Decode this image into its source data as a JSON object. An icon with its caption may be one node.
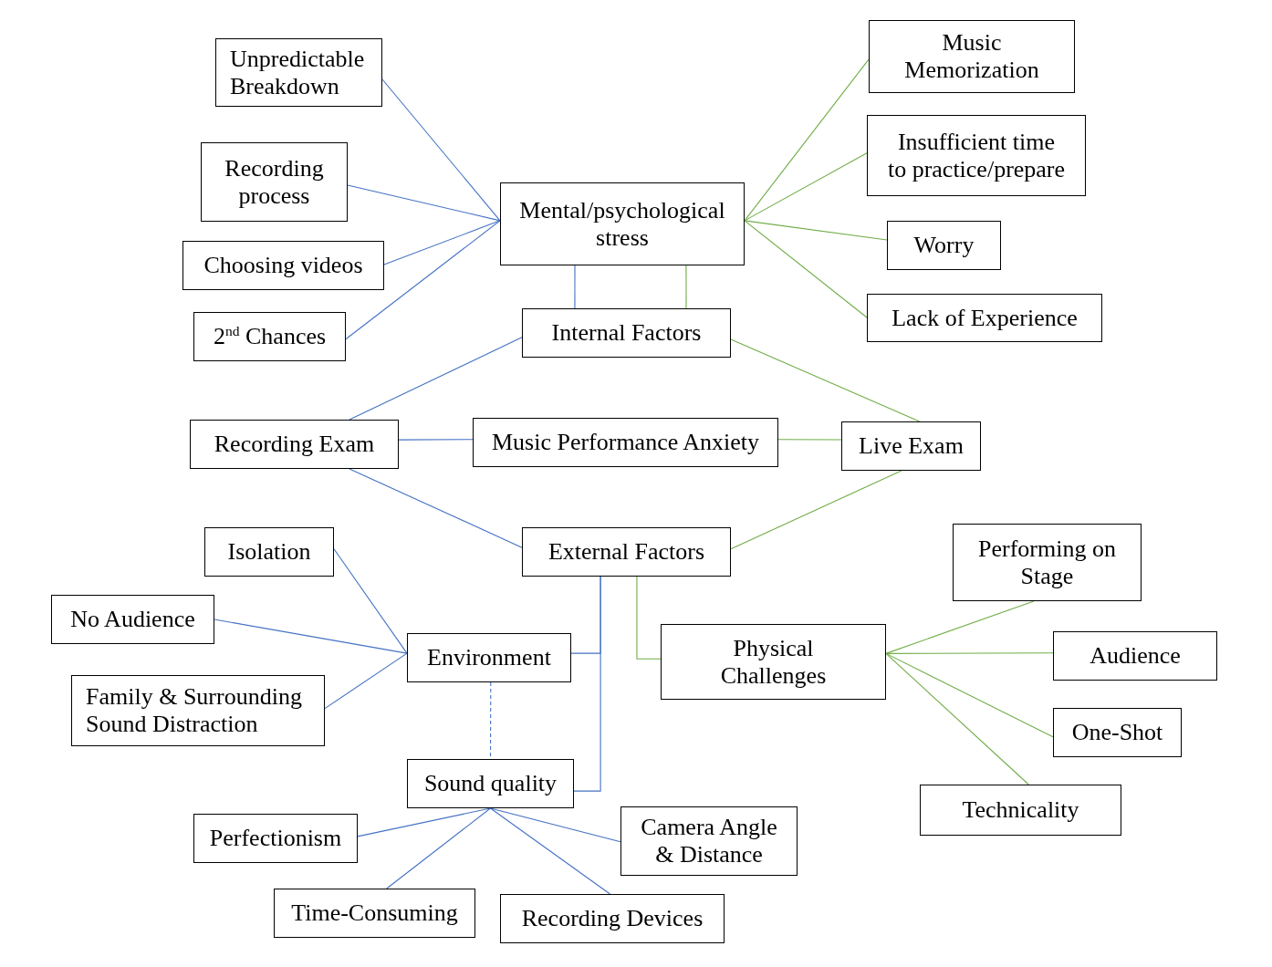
{
  "diagram": {
    "nodes": [
      {
        "text": [
          "Unpredictable Breakdown"
        ]
      },
      {
        "text": [
          "Music Memorization"
        ]
      },
      {
        "text": [
          "Recording process"
        ]
      },
      {
        "text": [
          "Insufficient time to practice/prepare"
        ]
      },
      {
        "text": [
          "Mental/psychological stress"
        ]
      },
      {
        "text": [
          "Choosing videos"
        ]
      },
      {
        "text": [
          "Worry"
        ]
      },
      {
        "text": [
          "2$^{nd}$ Chances"
        ]
      },
      {
        "text": [
          "Internal Factors"
        ]
      },
      {
        "text": [
          "Lack of Experience"
        ]
      },
      {
        "text": [
          "Recording Exam"
        ]
      },
      {
        "text": [
          "Music Performance Anxiety"
        ]
      },
      {
        "text": [
          "Live Exam"
        ]
      },
      {
        "text": [
          "External Factors"
        ]
      },
      {
        "text": [
          "Isolation"
        ]
      },
      {
        "text": [
          "Performing on Stage"
        ]
      },
      {
        "text": [
          "No Audience"
        ]
      },
      {
        "text": [
          "Environment"
        ]
      },
      {
        "text": [
          "Physical Challenges"
        ]
      },
      {
        "text": [
          "Audience"
        ]
      },
      {
        "text": [
          "Family & Surrounding Sound Distraction"
        ]
      },
      {
        "text": [
          "One-Shot"
        ]
      },
      {
        "text": [
          "Sound quality"
        ]
      },
      {
        "text": [
          "Technicality"
        ]
      },
      {
        "text": [
          "Perfectionism"
        ]
      },
      {
        "text": [
          "Camera Angle & Distance"
        ]
      },
      {
        "text": [
          "Time-Consuming"
        ]
      },
      {
        "text": [
          "Recording Devices"
        ]
      }
    ],
    "edges": [
      {
        "from": 4,
        "to": 0,
        "arrow": "none"
      },
      {
        "from": 4,
        "to": 2,
        "arrow": "none"
      },
      {
        "from": 4,
        "to": 5,
        "arrow": "none"
      },
      {
        "from": 4,
        "to": 7,
        "arrow": "none"
      },
      {
        "from": 4,
        "to": 1,
        "arrow": "none",
        "color": "#70ad47"
      },
      {
        "from": 4,
        "to": 3,
        "arrow": "none",
        "color": "#70ad47"
      },
      {
        "from": 4,
        "to": 6,
        "arrow": "none",
        "color": "#70ad47"
      },
      {
        "from": 4,
        "to": 9,
        "arrow": "none",
        "color": "#70ad47"
      },
      {
        "from": 4,
        "to": 8,
        "arrow": "none"
      },
      {
        "from": 4,
        "to": 8,
        "arrow": "none",
        "color": "#70ad47"
      },
      {
        "from": 8,
        "to": 10,
        "arrow": "none"
      },
      {
        "from": 8,
        "to": 12,
        "arrow": "none",
        "color": "#70ad47"
      },
      {
        "from": 10,
        "to": 11,
        "arrow": "none"
      },
      {
        "from": 11,
        "to": 12,
        "arrow": "none",
        "color": "#70ad47"
      },
      {
        "from": 10,
        "to": 13,
        "arrow": "none"
      },
      {
        "from": 12,
        "to": 13,
        "arrow": "none",
        "color": "#70ad47"
      },
      {
        "from": 13,
        "to": 17,
        "arrow": "none"
      },
      {
        "from": 13,
        "to": 22,
        "arrow": "none"
      },
      {
        "from": 13,
        "to": 18,
        "arrow": "none",
        "color": "#70ad47"
      },
      {
        "from": 17,
        "to": 14,
        "arrow": "none"
      },
      {
        "from": 17,
        "to": 16,
        "arrow": "none"
      },
      {
        "from": 17,
        "to": 20,
        "arrow": "none"
      },
      {
        "from": 17,
        "to": 22,
        "arrow": "none",
        "style": "dashed"
      },
      {
        "from": 18,
        "to": 15,
        "arrow": "none",
        "color": "#70ad47"
      },
      {
        "from": 18,
        "to": 19,
        "arrow": "none",
        "color": "#70ad47"
      },
      {
        "from": 18,
        "to": 21,
        "arrow": "none",
        "color": "#70ad47"
      },
      {
        "from": 18,
        "to": 23,
        "arrow": "none",
        "color": "#70ad47"
      },
      {
        "from": 22,
        "to": 24,
        "arrow": "none"
      },
      {
        "from": 22,
        "to": 26,
        "arrow": "none"
      },
      {
        "from": 22,
        "to": 27,
        "arrow": "none"
      },
      {
        "from": 22,
        "to": 25,
        "arrow": "none"
      }
    ]
  }
}
